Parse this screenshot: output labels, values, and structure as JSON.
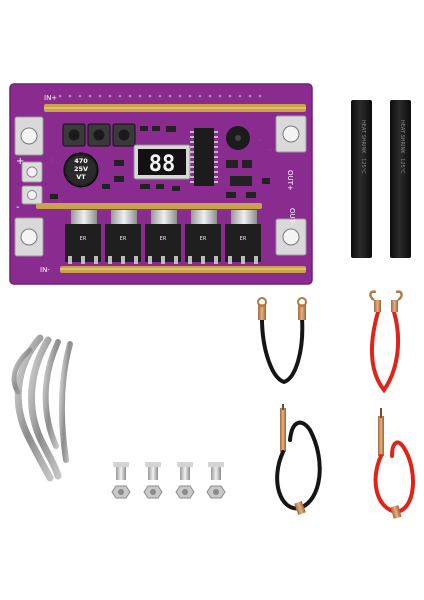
{
  "board": {
    "in_plus": "IN+",
    "in_minus": "IN-",
    "out_plus": "OUT+",
    "out_minus": "OUT-",
    "plus_sign": "+",
    "minus_sign": "-",
    "capacitor": [
      "470",
      "25V",
      "VT"
    ],
    "display": "88",
    "mosfet_count": 5
  },
  "colors": {
    "pcb": "#8a2b8f",
    "pcb_edge": "#6e1f74",
    "copper": "#c9a24a",
    "wire_red": "#e2231a",
    "wire_black": "#151515",
    "heatshrink": "#1a1a1a"
  },
  "accessories": {
    "heatshrink_tubes": 2,
    "nickel_strip_loops": 4,
    "screw_nut_sets": 4
  }
}
